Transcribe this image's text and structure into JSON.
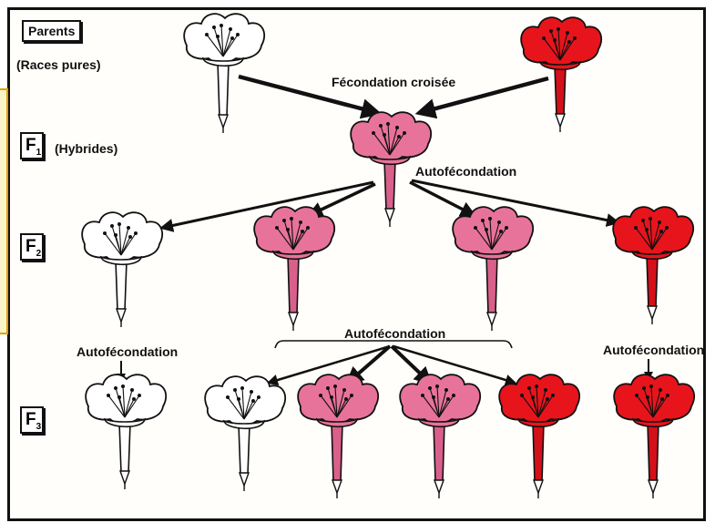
{
  "labels": {
    "parents": "Parents",
    "races_pures": "(Races pures)",
    "fecondation_croisee": "Fécondation croisée",
    "f1": "F",
    "f1_sub": "1",
    "hybrides": "(Hybrides)",
    "autofecondation_f1": "Autofécondation",
    "f2": "F",
    "f2_sub": "2",
    "autofecondation_center": "Autofécondation",
    "autofecondation_left": "Autofécondation",
    "autofecondation_right": "Autofécondation",
    "f3": "F",
    "f3_sub": "3"
  },
  "colors": {
    "white_flower": "#ffffff",
    "pink_flower": "#e8739a",
    "red_flower": "#e8141c",
    "outline": "#111111",
    "arrow": "#111111"
  },
  "flowers": [
    {
      "name": "parent-white-flower",
      "color": "white"
    },
    {
      "name": "parent-red-flower",
      "color": "red"
    },
    {
      "name": "f1-pink-flower",
      "color": "pink"
    },
    {
      "name": "f2-white-flower",
      "color": "white"
    },
    {
      "name": "f2-pink-flower-1",
      "color": "pink"
    },
    {
      "name": "f2-pink-flower-2",
      "color": "pink"
    },
    {
      "name": "f2-red-flower",
      "color": "red"
    },
    {
      "name": "f3-white-flower-from-white",
      "color": "white"
    },
    {
      "name": "f3-white-flower",
      "color": "white"
    },
    {
      "name": "f3-pink-flower-1",
      "color": "pink"
    },
    {
      "name": "f3-pink-flower-2",
      "color": "pink"
    },
    {
      "name": "f3-red-flower",
      "color": "red"
    },
    {
      "name": "f3-red-flower-from-red",
      "color": "red"
    }
  ]
}
